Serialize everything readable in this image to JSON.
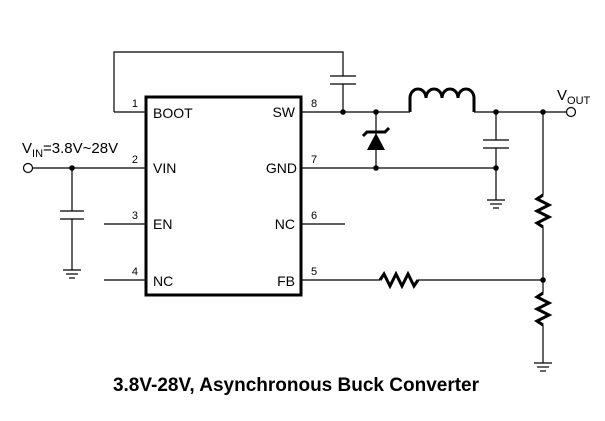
{
  "title": "3.8V-28V, Asynchronous Buck Converter",
  "vin_label": {
    "main": "V",
    "sub": "IN",
    "rest": "=3.8V~28V"
  },
  "vout_label": {
    "main": "V",
    "sub": "OUT"
  },
  "ic": {
    "pins": [
      {
        "num": "1",
        "name": "BOOT"
      },
      {
        "num": "2",
        "name": "VIN"
      },
      {
        "num": "3",
        "name": "EN"
      },
      {
        "num": "4",
        "name": "NC"
      },
      {
        "num": "5",
        "name": "FB"
      },
      {
        "num": "6",
        "name": "NC"
      },
      {
        "num": "7",
        "name": "GND"
      },
      {
        "num": "8",
        "name": "SW"
      }
    ]
  }
}
